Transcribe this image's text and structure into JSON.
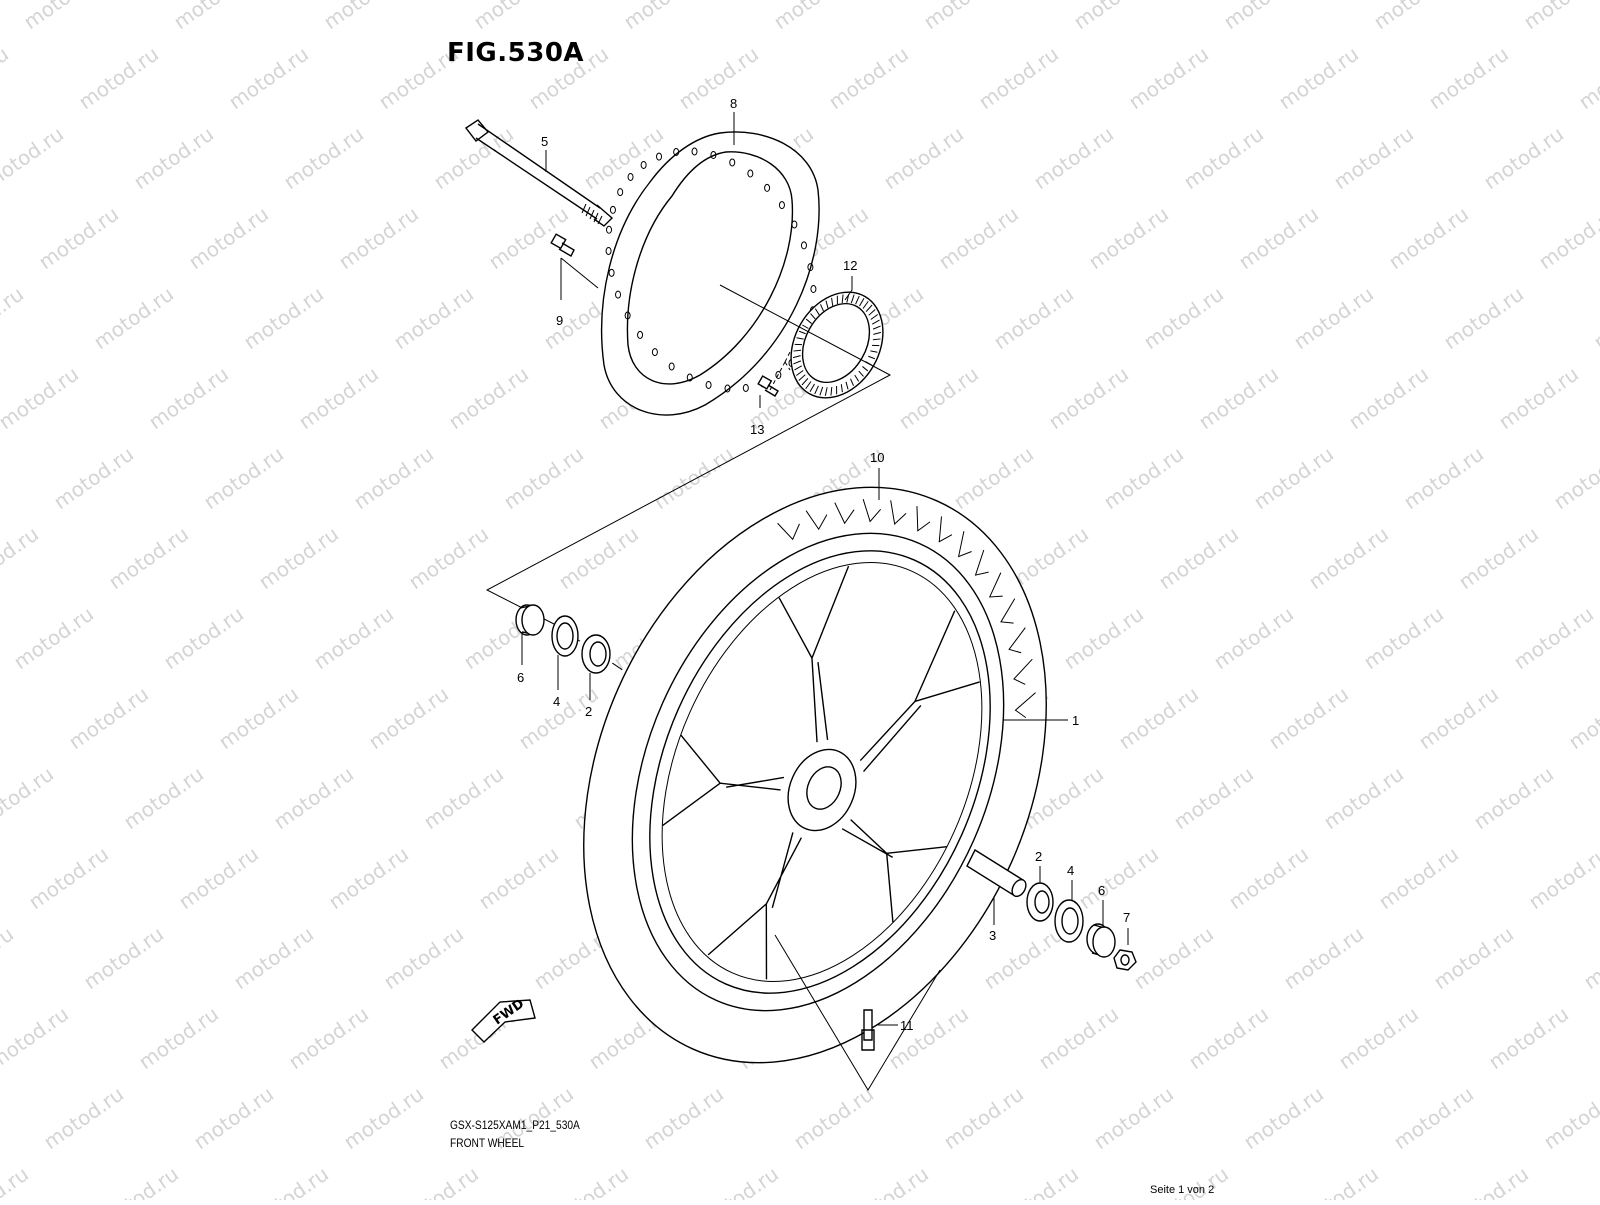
{
  "figure": {
    "title": "FIG.530A",
    "model_code": "GSX-S125XAM1_P21_530A",
    "caption": "FRONT WHEEL",
    "page_indicator": "Seite 1 von 2",
    "watermark_text": "motod.ru",
    "direction_badge": "FWD"
  },
  "callouts": [
    {
      "id": "1",
      "part": "wheel-rim"
    },
    {
      "id": "2",
      "part": "bearing-left"
    },
    {
      "id": "4",
      "part": "oil-seal-left"
    },
    {
      "id": "6",
      "part": "spacer-left"
    },
    {
      "id": "3",
      "part": "axle-spacer"
    },
    {
      "id": "2",
      "part": "bearing-right"
    },
    {
      "id": "4",
      "part": "oil-seal-right"
    },
    {
      "id": "6",
      "part": "spacer-right"
    },
    {
      "id": "7",
      "part": "axle-nut"
    },
    {
      "id": "5",
      "part": "front-axle"
    },
    {
      "id": "8",
      "part": "brake-disc"
    },
    {
      "id": "9",
      "part": "disc-bolt"
    },
    {
      "id": "10",
      "part": "tire"
    },
    {
      "id": "11",
      "part": "valve"
    },
    {
      "id": "12",
      "part": "abs-sensor-ring"
    },
    {
      "id": "13",
      "part": "sensor-ring-bolt"
    }
  ]
}
